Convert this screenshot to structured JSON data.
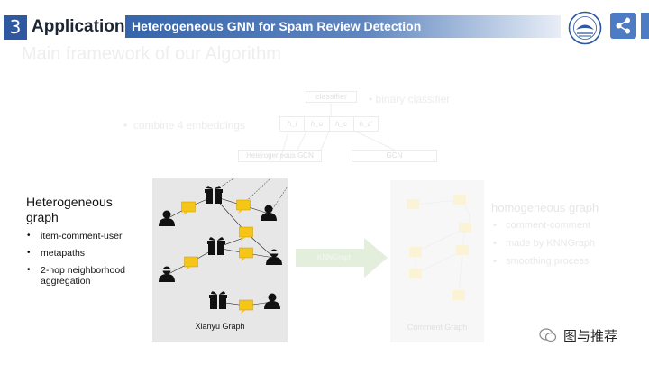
{
  "header": {
    "section_number": "3",
    "section_title": "Application",
    "banner": "Heterogeneous GNN for Spam Review Detection"
  },
  "slide": {
    "faded_title": "Main framework of our Algorithm"
  },
  "framework": {
    "classifier": "classifier",
    "binary_classifier": "binary classifier",
    "combine": "combine 4 embeddings",
    "embeddings": [
      "h_i",
      "h_u",
      "h_c",
      "h_c'"
    ],
    "hetero_gcn": "Heterogeneous GCN",
    "gcn": "GCN"
  },
  "left": {
    "title": "Heterogeneous graph",
    "bullets": [
      "item-comment-user",
      "metapaths",
      "2-hop neighborhood aggregation"
    ]
  },
  "xianyu": {
    "label": "Xianyu Graph"
  },
  "arrow": {
    "label": "KNNGraph"
  },
  "comment_graph": {
    "label": "Comment Graph"
  },
  "right": {
    "title": "homogeneous graph",
    "bullets": [
      "comment-comment",
      "made by KNNGraph",
      "smoothing process"
    ]
  },
  "watermark": {
    "text": "图与推荐"
  },
  "colors": {
    "header_blue": "#2f58a0",
    "comment_yellow": "#f5c518",
    "faded_green": "#d9ead3"
  }
}
